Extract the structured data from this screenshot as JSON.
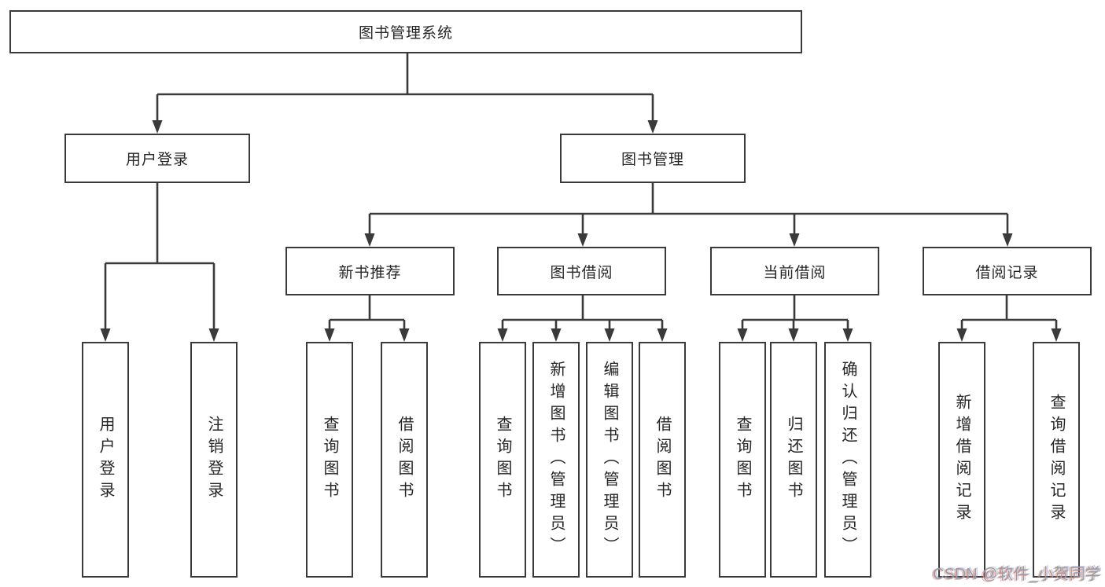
{
  "tree": {
    "root": {
      "label": "图书管理系统"
    },
    "user_login": {
      "label": "用户登录",
      "children": [
        {
          "label": "用户登录"
        },
        {
          "label": "注销登录"
        }
      ]
    },
    "book_mgmt": {
      "label": "图书管理",
      "children": [
        {
          "label": "新书推荐",
          "children": [
            {
              "label": "查询图书"
            },
            {
              "label": "借阅图书"
            }
          ]
        },
        {
          "label": "图书借阅",
          "children": [
            {
              "label": "查询图书"
            },
            {
              "label": "新增图书（管理员）"
            },
            {
              "label": "编辑图书（管理员）"
            },
            {
              "label": "借阅图书"
            }
          ]
        },
        {
          "label": "当前借阅",
          "children": [
            {
              "label": "查询图书"
            },
            {
              "label": "归还图书"
            },
            {
              "label": "确认归还（管理员）"
            }
          ]
        },
        {
          "label": "借阅记录",
          "children": [
            {
              "label": "新增借阅记录"
            },
            {
              "label": "查询借阅记录"
            }
          ]
        }
      ]
    }
  },
  "watermark": {
    "text": "CSDN @软件_小贺同学"
  },
  "colors": {
    "line": "#3a3a3a",
    "box_border": "#3a3a3a",
    "text": "#262626",
    "background": "#ffffff",
    "watermark_gray": "#9c9c9c"
  }
}
